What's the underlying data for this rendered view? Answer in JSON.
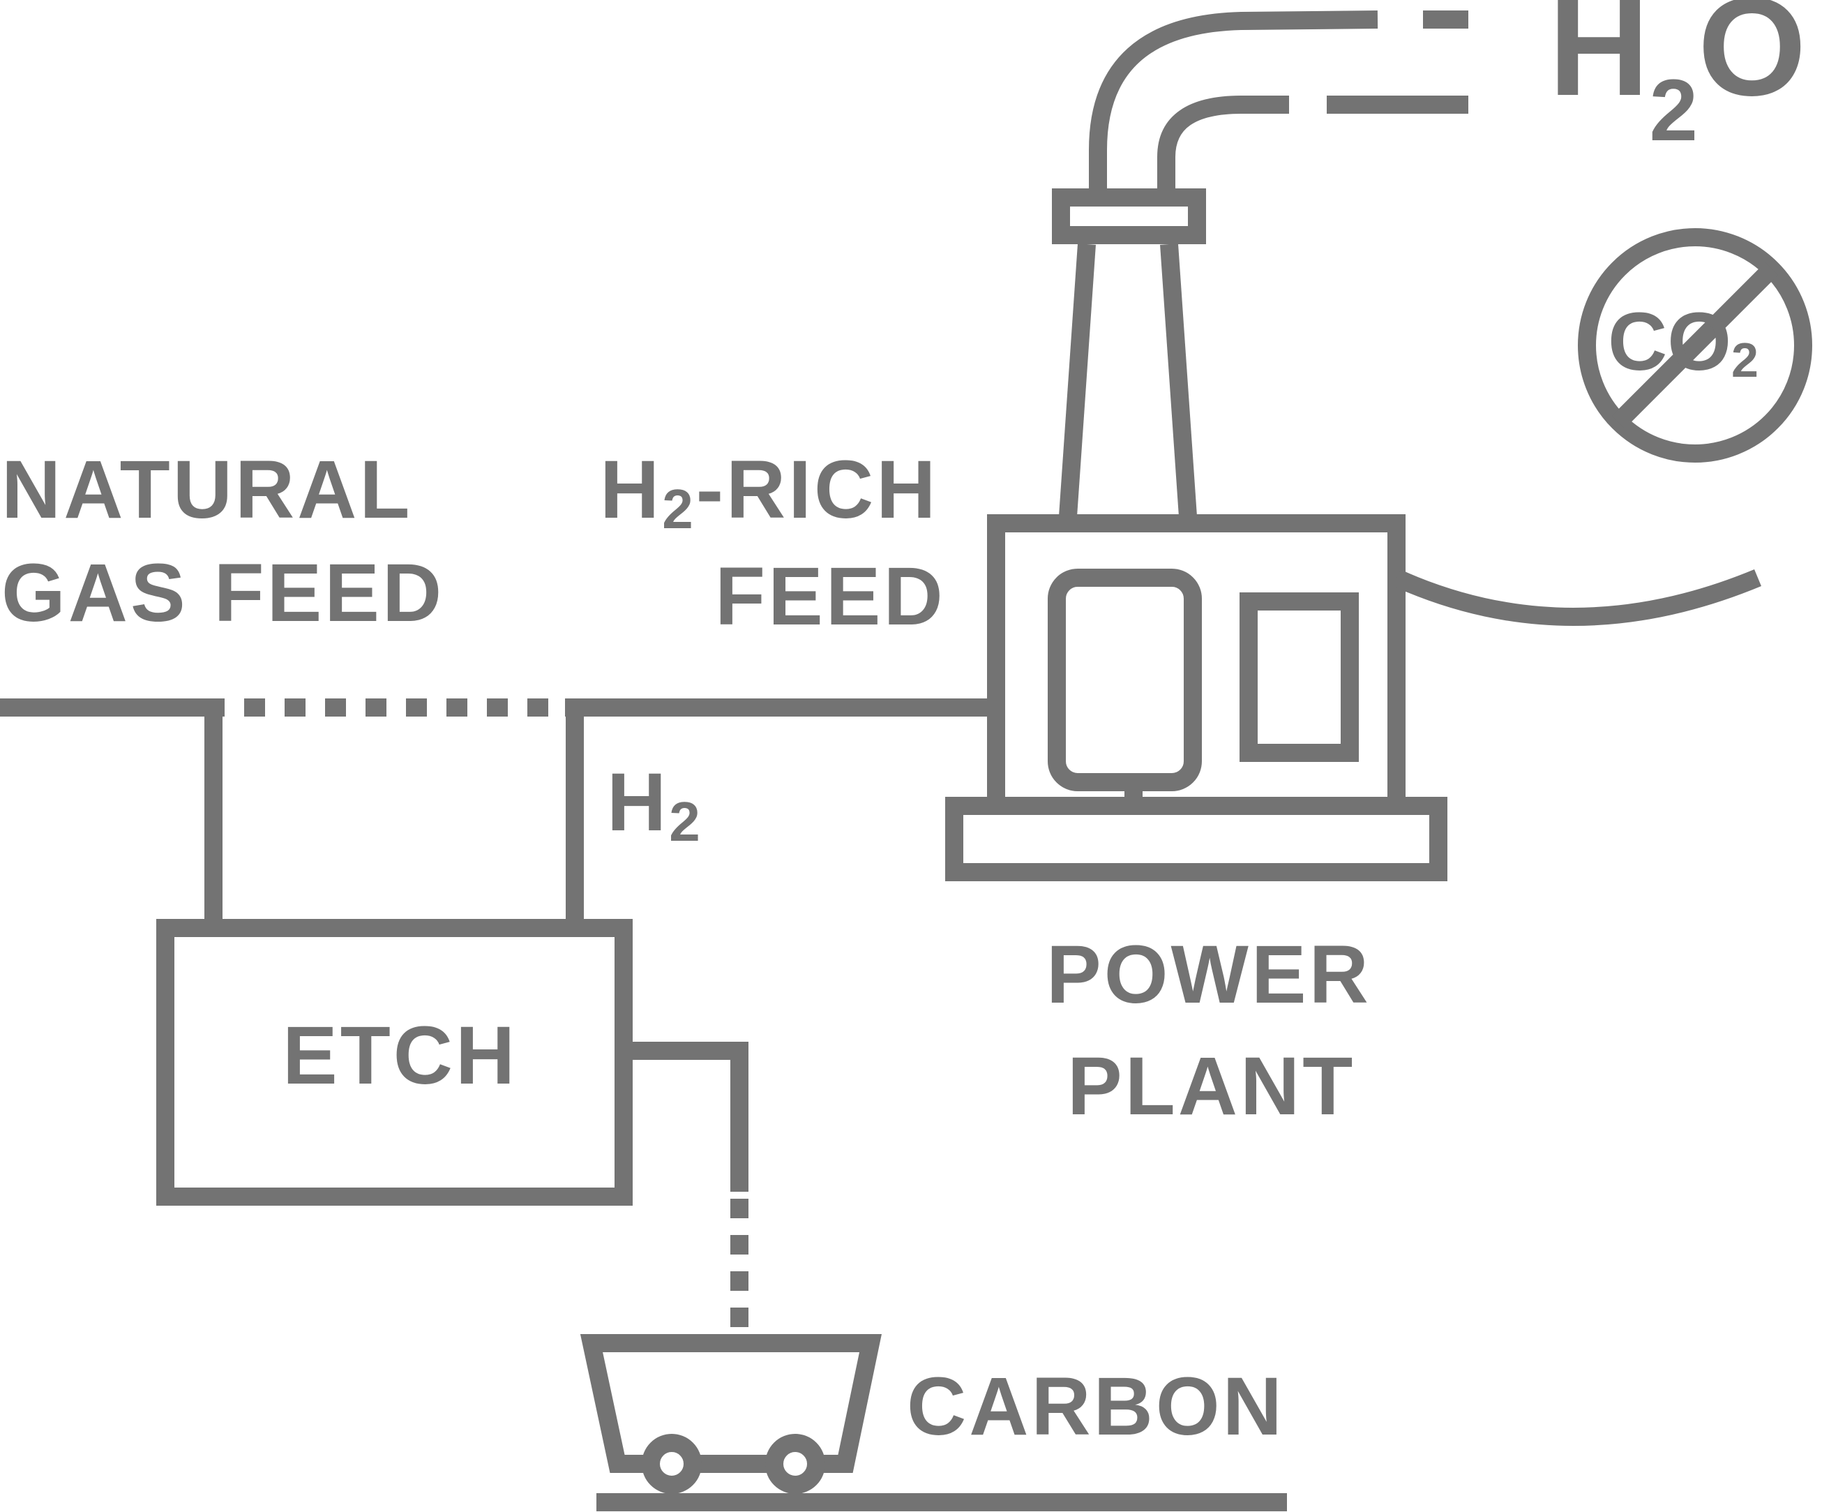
{
  "labels": {
    "natural_gas_line1": "NATURAL",
    "natural_gas_line2": "GAS FEED",
    "h2_rich_prefix": "H",
    "h2_rich_sub": "2",
    "h2_rich_suffix": "-RICH",
    "h2_rich_line2": "FEED",
    "h2_main": "H",
    "h2_sub": "2",
    "etch": "ETCH",
    "power_line1": "POWER",
    "power_line2": "PLANT",
    "carbon": "CARBON",
    "h2o_main": "H",
    "h2o_sub": "2",
    "h2o_tail": "O",
    "co2_main": "CO",
    "co2_sub": "2"
  },
  "colors": {
    "stroke": "#737373",
    "background": "#ffffff"
  }
}
